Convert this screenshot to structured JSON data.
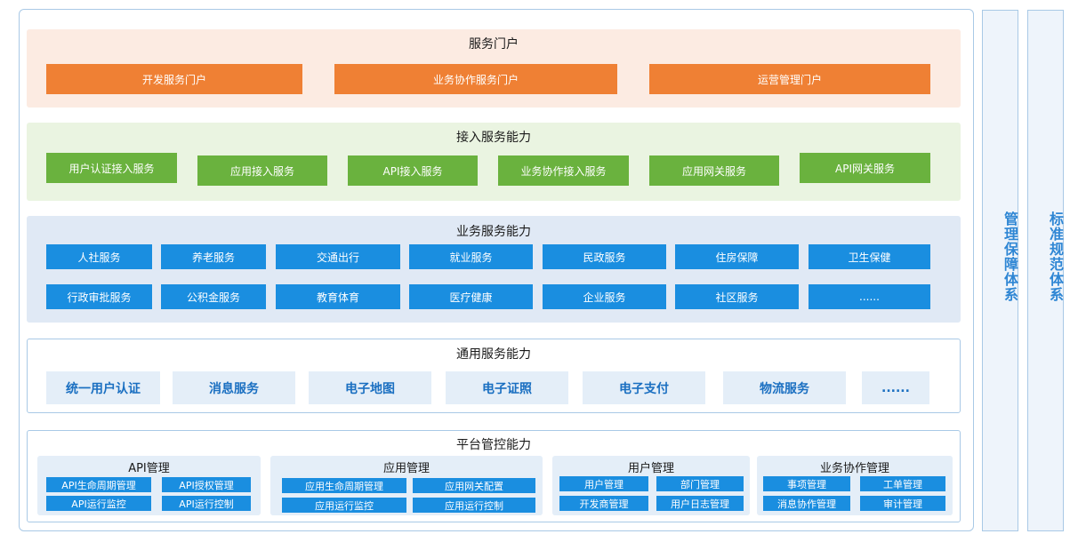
{
  "portal": {
    "title": "服务门户",
    "items": [
      "开发服务门户",
      "业务协作服务门户",
      "运营管理门户"
    ]
  },
  "access": {
    "title": "接入服务能力",
    "items": [
      "用户认证接入服务",
      "应用接入服务",
      "API接入服务",
      "业务协作接入服务",
      "应用网关服务",
      "API网关服务"
    ]
  },
  "business": {
    "title": "业务服务能力",
    "row1": [
      "人社服务",
      "养老服务",
      "交通出行",
      "就业服务",
      "民政服务",
      "住房保障",
      "卫生保健"
    ],
    "row2": [
      "行政审批服务",
      "公积金服务",
      "教育体育",
      "医疗健康",
      "企业服务",
      "社区服务",
      "......"
    ]
  },
  "common": {
    "title": "通用服务能力",
    "items": [
      "统一用户认证",
      "消息服务",
      "电子地图",
      "电子证照",
      "电子支付",
      "物流服务",
      "......"
    ]
  },
  "platform": {
    "title": "平台管控能力",
    "groups": [
      {
        "title": "API管理",
        "items": [
          "API生命周期管理",
          "API授权管理",
          "API运行监控",
          "API运行控制"
        ]
      },
      {
        "title": "应用管理",
        "items": [
          "应用生命周期管理",
          "应用网关配置",
          "应用运行监控",
          "应用运行控制"
        ]
      },
      {
        "title": "用户管理",
        "items": [
          "用户管理",
          "部门管理",
          "开发商管理",
          "用户日志管理"
        ]
      },
      {
        "title": "业务协作管理",
        "items": [
          "事项管理",
          "工单管理",
          "消息协作管理",
          "审计管理"
        ]
      }
    ]
  },
  "side": {
    "management": "管理保障体系",
    "standards": "标准规范体系"
  }
}
